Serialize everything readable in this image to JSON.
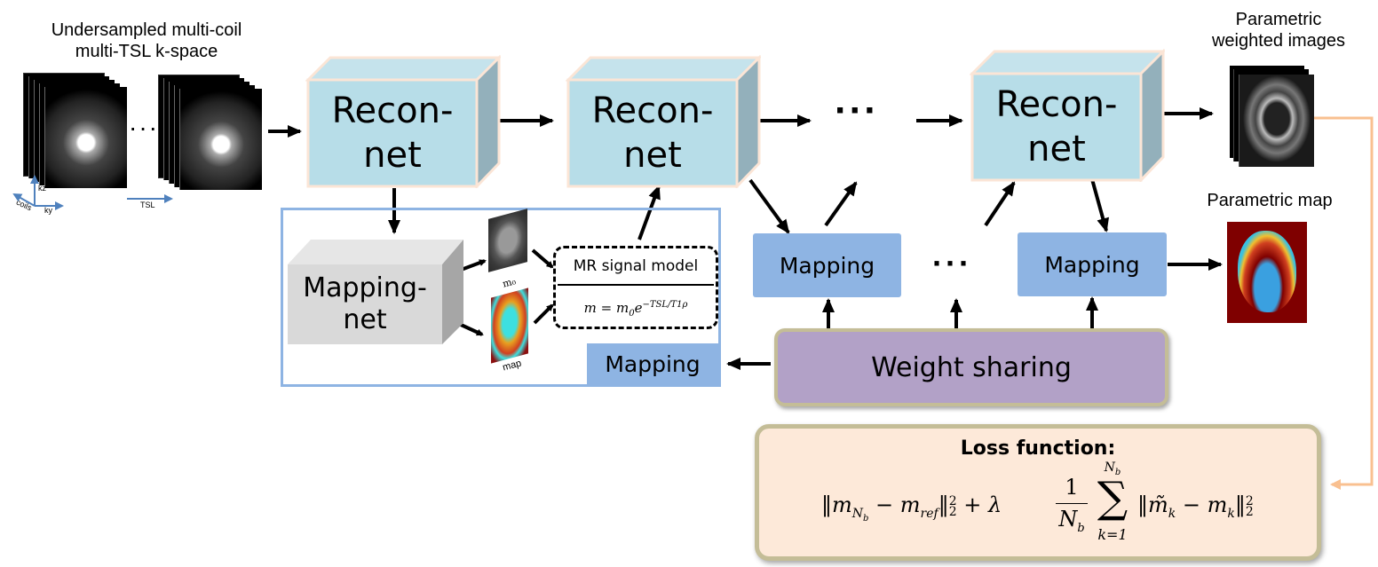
{
  "input": {
    "title_line1": "Undersampled multi-coil",
    "title_line2": "multi-TSL k-space",
    "ellipsis": "···",
    "axes": {
      "kz": "kz",
      "ky": "ky",
      "coils": "coils",
      "tsl": "TSL"
    }
  },
  "recon_blocks": [
    {
      "line1": "Recon-",
      "line2": "net"
    },
    {
      "line1": "Recon-",
      "line2": "net"
    },
    {
      "line1": "Recon-",
      "line2": "net"
    }
  ],
  "chain_ellipsis": "···",
  "mapping_ellipsis": "···",
  "mapping_detail": {
    "net_line1": "Mapping-",
    "net_line2": "net",
    "m0_label": "m₀",
    "map_label": "map",
    "signal_model_title": "MR signal model",
    "signal_model_eq": "m = m₀e^(−TSL/T1ρ)",
    "signal_model_eq_base": "m = m",
    "signal_model_eq_sub": "0",
    "signal_model_eq_e": "e",
    "signal_model_eq_sup": "−TSL/T1ρ",
    "mapping_label": "Mapping"
  },
  "mapping_blocks": [
    {
      "label": "Mapping"
    },
    {
      "label": "Mapping"
    }
  ],
  "weight_sharing": {
    "label": "Weight sharing"
  },
  "outputs": {
    "weighted_title_line1": "Parametric",
    "weighted_title_line2": "weighted  images",
    "map_title": "Parametric map"
  },
  "loss": {
    "title": "Loss function:",
    "formula": "‖m_{N_b} − m_{ref}‖₂² + λ (1/N_b) Σ_{k=1}^{N_b} ‖m̃_k − m_k‖₂²"
  },
  "colors": {
    "recon_front": "#b7dde8",
    "recon_top": "#c5e3ec",
    "recon_side": "#93b0bb",
    "recon_border": "#fbe5d6",
    "mapping": "#8eb4e3",
    "mapping_net_front": "#d9d9d9",
    "weight_sharing": "#b2a1c7",
    "loss_bg": "#fde9d9",
    "feedback_line": "#f9c090",
    "detail_border": "#8eb4e3"
  }
}
